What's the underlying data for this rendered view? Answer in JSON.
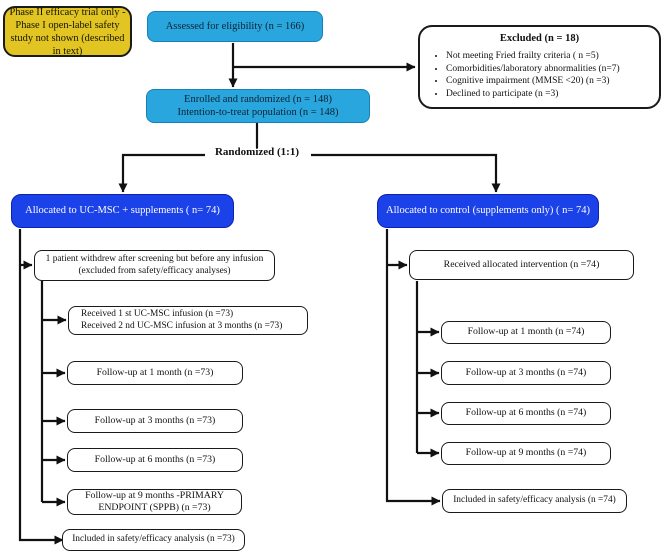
{
  "figure": {
    "kind": "CONSORT-style randomized trial flow diagram"
  },
  "note": {
    "text": "Phase II efficacy trial only - Phase I open-label safety study not shown (described in text)"
  },
  "top": {
    "assessed": "Assessed for eligibility (n = 166)",
    "excluded_title": "Excluded (n = 18)",
    "excluded_items": [
      "Not meeting Fried frailty criteria ( n =5)",
      "Comorbidities/laboratory abnormalities (n=7)",
      "Cognitive impairment (MMSE <20)  (n =3)",
      "Declined to participate (n =3)"
    ],
    "enrolled_line1": "Enrolled and randomized (n = 148)",
    "enrolled_line2": "Intention-to-treat population (n = 148)",
    "randomized_label": "Randomized (1:1)"
  },
  "left_arm": {
    "allocation": "Allocated to UC-MSC + supplements ( n= 74)",
    "withdrew_line1": "1 patient withdrew after screening but before any infusion",
    "withdrew_line2": "(excluded from safety/efficacy analyses)",
    "infusion_line1": "Received 1 st UC-MSC infusion (n =73)",
    "infusion_line2": "Received 2 nd UC-MSC infusion at 3 months (n =73)",
    "followup_1m": "Follow-up at 1 month (n =73)",
    "followup_3m": "Follow-up at 3 months (n =73)",
    "followup_6m": "Follow-up at 6 months (n =73)",
    "followup_9m_line1": "Follow-up at 9 months -PRIMARY",
    "followup_9m_line2": "ENDPOINT (SPPB)  (n =73)",
    "included": "Included in safety/efficacy analysis (n =73)"
  },
  "right_arm": {
    "allocation": "Allocated to control (supplements only) ( n= 74)",
    "received": "Received allocated intervention (n =74)",
    "followup_1m": "Follow-up at 1 month (n =74)",
    "followup_3m": "Follow-up at 3 months (n =74)",
    "followup_6m": "Follow-up at 6 months (n =74)",
    "followup_9m": "Follow-up at 9 months (n =74)",
    "included": "Included in safety/efficacy analysis (n =74)"
  },
  "colors": {
    "note_fill": "#e2c522",
    "eligibility_fill": "#2aa6de",
    "allocation_fill": "#1b41e9",
    "box_border": "#1a1a1a",
    "line": "#111111"
  }
}
